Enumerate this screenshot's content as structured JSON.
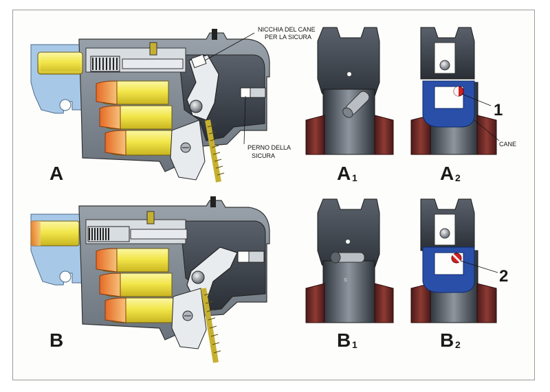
{
  "labels": {
    "nicchia_line1": "NICCHIA DEL CANE",
    "nicchia_line2": "PER LA SICURA",
    "perno_line1": "PERNO DELLA",
    "perno_line2": "SICURA",
    "cane": "CANE",
    "callout_1": "1",
    "callout_2": "2"
  },
  "panels": {
    "a": "A",
    "a1": "A",
    "a1_sub": "1",
    "a2": "A",
    "a2_sub": "2",
    "b": "B",
    "b1": "B",
    "b1_sub": "1",
    "b2": "B",
    "b2_sub": "2"
  },
  "colors": {
    "frame_steel": "#7e8890",
    "dark_steel": "#3a3f47",
    "cartridge_brass": "#f2e64a",
    "bullet_copper": "#f08a3a",
    "blue_part": "#2a4fa8",
    "light_blue": "#a8c8e8",
    "wood": "#7a2f2f",
    "red_dot": "#d42020"
  }
}
